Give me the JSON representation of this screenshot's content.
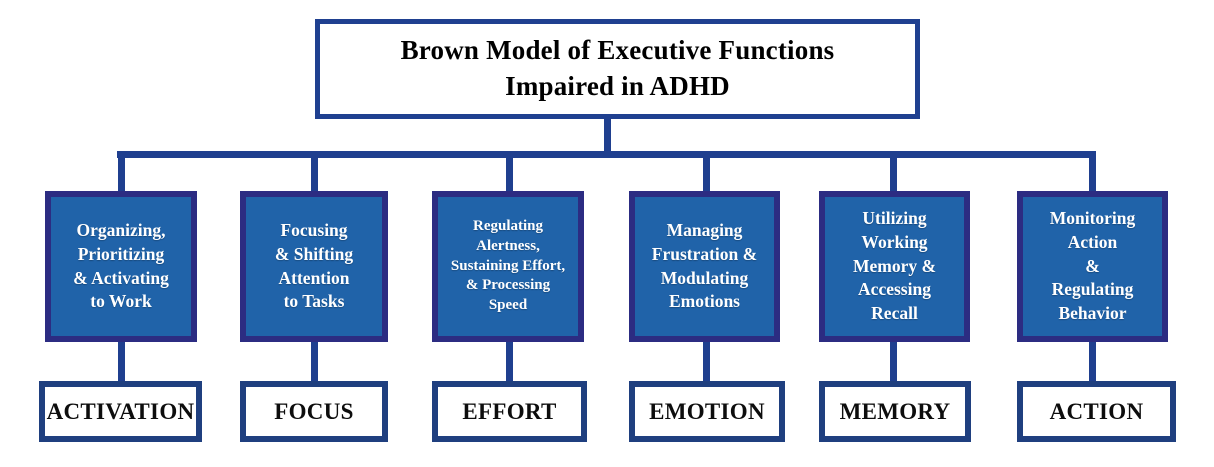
{
  "diagram": {
    "title": "Brown Model of Executive Functions\nImpaired in ADHD",
    "colors": {
      "title_border": "#1f4090",
      "connector": "#1f3f8f",
      "blue_box_border": "#2c2c82",
      "blue_box_fill": "#2063a9",
      "blue_box_text": "#ffffff",
      "white_box_border": "#1f3f7f",
      "white_box_fill": "#ffffff",
      "white_box_text": "#0d0d0d",
      "page_background": "#ffffff"
    },
    "clusters": [
      {
        "description": "Organizing,\nPrioritizing\n& Activating\nto Work",
        "label": "ACTIVATION"
      },
      {
        "description": "Focusing\n& Shifting\nAttention\nto Tasks",
        "label": "FOCUS"
      },
      {
        "description": "Regulating\nAlertness,\nSustaining Effort,\n& Processing\nSpeed",
        "label": "EFFORT"
      },
      {
        "description": "Managing\nFrustration &\nModulating\nEmotions",
        "label": "EMOTION"
      },
      {
        "description": "Utilizing\nWorking\nMemory &\nAccessing\nRecall",
        "label": "MEMORY"
      },
      {
        "description": "Monitoring\nAction\n&\nRegulating\nBehavior",
        "label": "ACTION"
      }
    ]
  }
}
